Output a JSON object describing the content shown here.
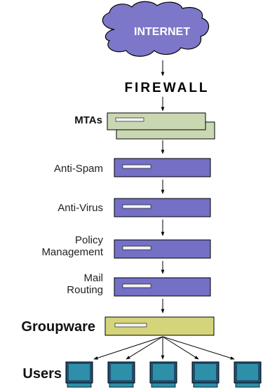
{
  "colors": {
    "cloud_fill": "#7c77c9",
    "cloud_text": "#ffffff",
    "server_blue": "#7370c5",
    "server_green": "#c9d8b2",
    "server_yellow": "#d4d47a",
    "slot": "#f4f4f4",
    "monitor": "#2e8fa8",
    "monitor_frame": "#1e4f73",
    "outline": "#000000"
  },
  "icons": {
    "cloud": "cloud-icon",
    "server": "server-icon",
    "user_terminal": "computer-icon"
  },
  "diagram": {
    "cloud_label": "INTERNET",
    "firewall_label": "FIREWALL",
    "mtas_label": "MTAs",
    "stages": [
      {
        "label_lines": [
          "Anti-Spam"
        ]
      },
      {
        "label_lines": [
          "Anti-Virus"
        ]
      },
      {
        "label_lines": [
          "Policy",
          "Management"
        ]
      },
      {
        "label_lines": [
          "Mail",
          "Routing"
        ]
      }
    ],
    "groupware_label": "Groupware",
    "users_label": "Users"
  }
}
